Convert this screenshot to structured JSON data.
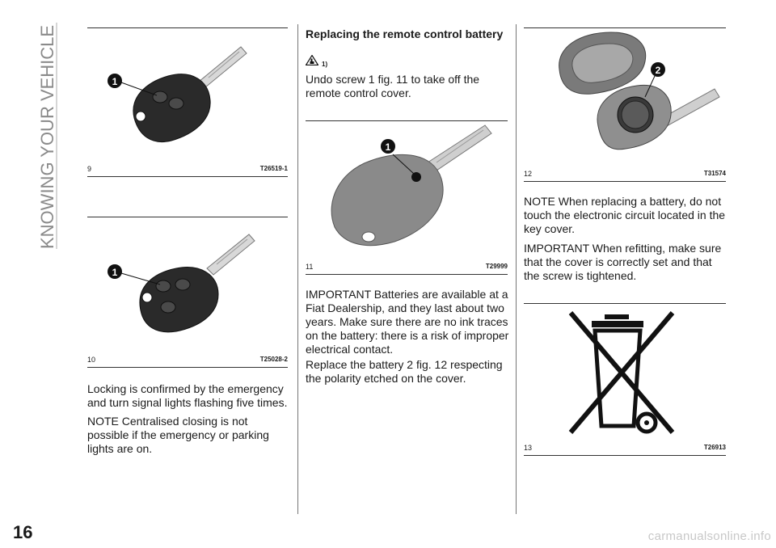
{
  "section_title": "KNOWING YOUR VEHICLE",
  "page_number": "16",
  "watermark": "carmanualsonline.info",
  "col1": {
    "fig9": {
      "number": "9",
      "code": "T26519-1",
      "callout": "1"
    },
    "fig10": {
      "number": "10",
      "code": "T25028-2",
      "callout": "1"
    },
    "para1": "Locking is confirmed by the emergency and turn signal lights flashing five times.",
    "para2": "NOTE Centralised closing is not possible if the emergency or parking lights are on."
  },
  "col2": {
    "heading": "Replacing the remote control battery",
    "warning_ref": "1)",
    "para1": "Undo screw 1 fig. 11 to take off the remote control cover.",
    "fig11": {
      "number": "11",
      "code": "T29999",
      "callout": "1"
    },
    "para2": "IMPORTANT Batteries are available at a Fiat Dealership, and they last about two years. Make sure there are no ink traces on the battery: there is a risk of improper electrical contact.",
    "para3": "Replace the battery 2 fig. 12 respecting the polarity etched on the cover."
  },
  "col3": {
    "fig12": {
      "number": "12",
      "code": "T31574",
      "callout": "2"
    },
    "para1": "NOTE When replacing a battery, do not touch the electronic circuit located in the key cover.",
    "para2": "IMPORTANT When refitting, make sure that the cover is correctly set and that the screw is tightened.",
    "fig13": {
      "number": "13",
      "code": "T26913"
    }
  },
  "colors": {
    "text": "#1a1a1a",
    "rule": "#333333",
    "side_title": "#8a8a8a",
    "watermark": "#c8c8c8"
  }
}
